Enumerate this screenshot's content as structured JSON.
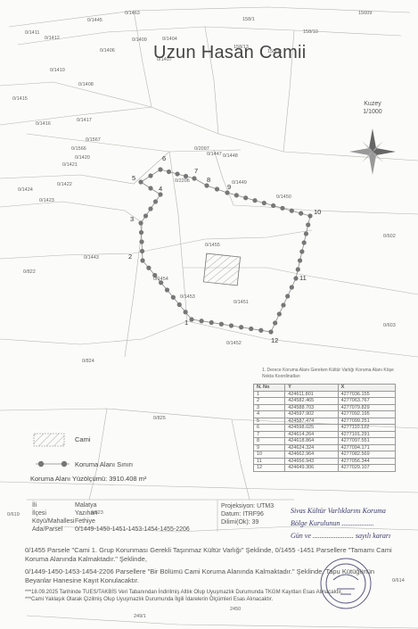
{
  "title": "Uzun Hasan Camii",
  "north": {
    "label": "Kuzey",
    "scale": "1/1000"
  },
  "parcels": [
    {
      "label": "0/1445",
      "pos": "top"
    },
    {
      "label": "0/1463",
      "pos": "top"
    },
    {
      "label": "158/1",
      "pos": "top"
    },
    {
      "label": "158/10",
      "pos": "top"
    },
    {
      "label": "15609",
      "pos": "top"
    },
    {
      "label": "0/1412",
      "pos": "left"
    },
    {
      "label": "0/1411",
      "pos": "left"
    },
    {
      "label": "0/1409",
      "pos": "top"
    },
    {
      "label": "0/1404",
      "pos": "top"
    },
    {
      "label": "0/1406",
      "pos": "top"
    },
    {
      "label": "158/13",
      "pos": "top"
    },
    {
      "label": "158/11",
      "pos": "top"
    },
    {
      "label": "0/1407",
      "pos": "top"
    },
    {
      "label": "0/1410",
      "pos": "left"
    },
    {
      "label": "0/1408",
      "pos": "left"
    },
    {
      "label": "0/1415",
      "pos": "left"
    },
    {
      "label": "0/1416",
      "pos": "left"
    },
    {
      "label": "0/1417",
      "pos": "left"
    },
    {
      "label": "0/1567",
      "pos": "left"
    },
    {
      "label": "0/1566",
      "pos": "left"
    },
    {
      "label": "0/1420",
      "pos": "left"
    },
    {
      "label": "0/1421",
      "pos": "left"
    },
    {
      "label": "0/1422",
      "pos": "left"
    },
    {
      "label": "0/1424",
      "pos": "left"
    },
    {
      "label": "0/1423",
      "pos": "left"
    },
    {
      "label": "0/2097",
      "pos": "center"
    },
    {
      "label": "0/1447",
      "pos": "center"
    },
    {
      "label": "0/1448",
      "pos": "center"
    },
    {
      "label": "0/2206",
      "pos": "center"
    },
    {
      "label": "0/1449",
      "pos": "center"
    },
    {
      "label": "0/1450",
      "pos": "center"
    },
    {
      "label": "0/1443",
      "pos": "left"
    },
    {
      "label": "0/1455",
      "pos": "center"
    },
    {
      "label": "0/1454",
      "pos": "center"
    },
    {
      "label": "0/1453",
      "pos": "center"
    },
    {
      "label": "0/1451",
      "pos": "center"
    },
    {
      "label": "0/1452",
      "pos": "center"
    },
    {
      "label": "0/822",
      "pos": "left"
    },
    {
      "label": "0/602",
      "pos": "right"
    },
    {
      "label": "0/603",
      "pos": "right"
    },
    {
      "label": "0/824",
      "pos": "left"
    },
    {
      "label": "0/825",
      "pos": "center"
    },
    {
      "label": "0/823",
      "pos": "center"
    },
    {
      "label": "0/619",
      "pos": "left"
    },
    {
      "label": "0/614",
      "pos": "right"
    },
    {
      "label": "249/1",
      "pos": "bottom"
    },
    {
      "label": "2450",
      "pos": "bottom"
    }
  ],
  "boundary_points": [
    "1",
    "2",
    "3",
    "4",
    "5",
    "6",
    "7",
    "8",
    "9",
    "10",
    "11",
    "12"
  ],
  "legend": {
    "mosque": "Cami",
    "boundary": "Koruma Alanı Sınırı",
    "area_label": "Koruma Alanı Yüzölçümü:",
    "area_value": "3910.408 m²"
  },
  "info": {
    "rows": [
      {
        "k": "İli",
        "v": "Malatya"
      },
      {
        "k": "İlçesi",
        "v": "Yazıhan"
      },
      {
        "k": "Köyü/Mahallesi",
        "v": "Fethiye"
      },
      {
        "k": "Ada/Parsel",
        "v": "0/1449-1450-1451-1453-1454-1455-2206"
      }
    ]
  },
  "projection": {
    "lines": [
      "Projeksiyon: UTM3",
      "Datum: ITRF96",
      "Dilimi(Ok): 39"
    ]
  },
  "coord_table": {
    "title": "1. Derece Koruma Alanı Gereken Kültür Varlığı Koruma Alanı Köşe Nokta Koordinatları",
    "headers": [
      "N. No",
      "Y",
      "X"
    ],
    "rows": [
      [
        "1",
        "424611.801",
        "4277036.155"
      ],
      [
        "2",
        "424582.465",
        "4277063.767"
      ],
      [
        "3",
        "424588.703",
        "4277079.829"
      ],
      [
        "4",
        "424597.902",
        "4277092.195"
      ],
      [
        "5",
        "424587.474",
        "4277099.251"
      ],
      [
        "6",
        "424598.025",
        "4277110.122"
      ],
      [
        "7",
        "424614.264",
        "4277101.291"
      ],
      [
        "8",
        "424618.864",
        "4277097.551"
      ],
      [
        "9",
        "424624.324",
        "4277094.171"
      ],
      [
        "10",
        "424662.964",
        "4277082.569"
      ],
      [
        "11",
        "424656.943",
        "4277056.344"
      ],
      [
        "12",
        "424649.306",
        "4277029.107"
      ]
    ]
  },
  "stamp": {
    "line1": "Sivas Kültür Varlıklarını Koruma",
    "line2": "Bölge Kurulunun ..................",
    "line3": "Gün ve ....................... sayılı kararı"
  },
  "notes": {
    "p1": "0/1455 Parsele \"Cami 1. Grup Korunması Gerekli Taşınmaz Kültür Varlığı\" Şeklinde, 0/1455 -1451 Parsellere \"Tamamı Cami Koruma Alanında Kalmaktadır.\" Şeklinde,",
    "p2": "0/1449-1450-1453-1454-2206 Parsellere \"Bir Bölümü Cami Koruma Alanında Kalmaktadır.\" Şeklinde, Tapu Kütüğünün Beyanlar Hanesine Kayıt Konulacaktır.",
    "p3": "***18.09.2025 Tarihinde TUES/TAKBİS Veri Tabanından İndirilmiş Altlık Olup Uyuşmazlık Durumunda TKGM Kayıtları Esas Alınacaktır.",
    "p4": "***Cami Yaklaşık Olarak Çizilmiş Olup Uyuşmazlık Durumunda İlgili İdarelerin Ölçümleri Esas Alınacaktır."
  },
  "colors": {
    "line": "#9a9a9a",
    "boundary": "#888888",
    "dot": "#777777",
    "text": "#555555"
  }
}
